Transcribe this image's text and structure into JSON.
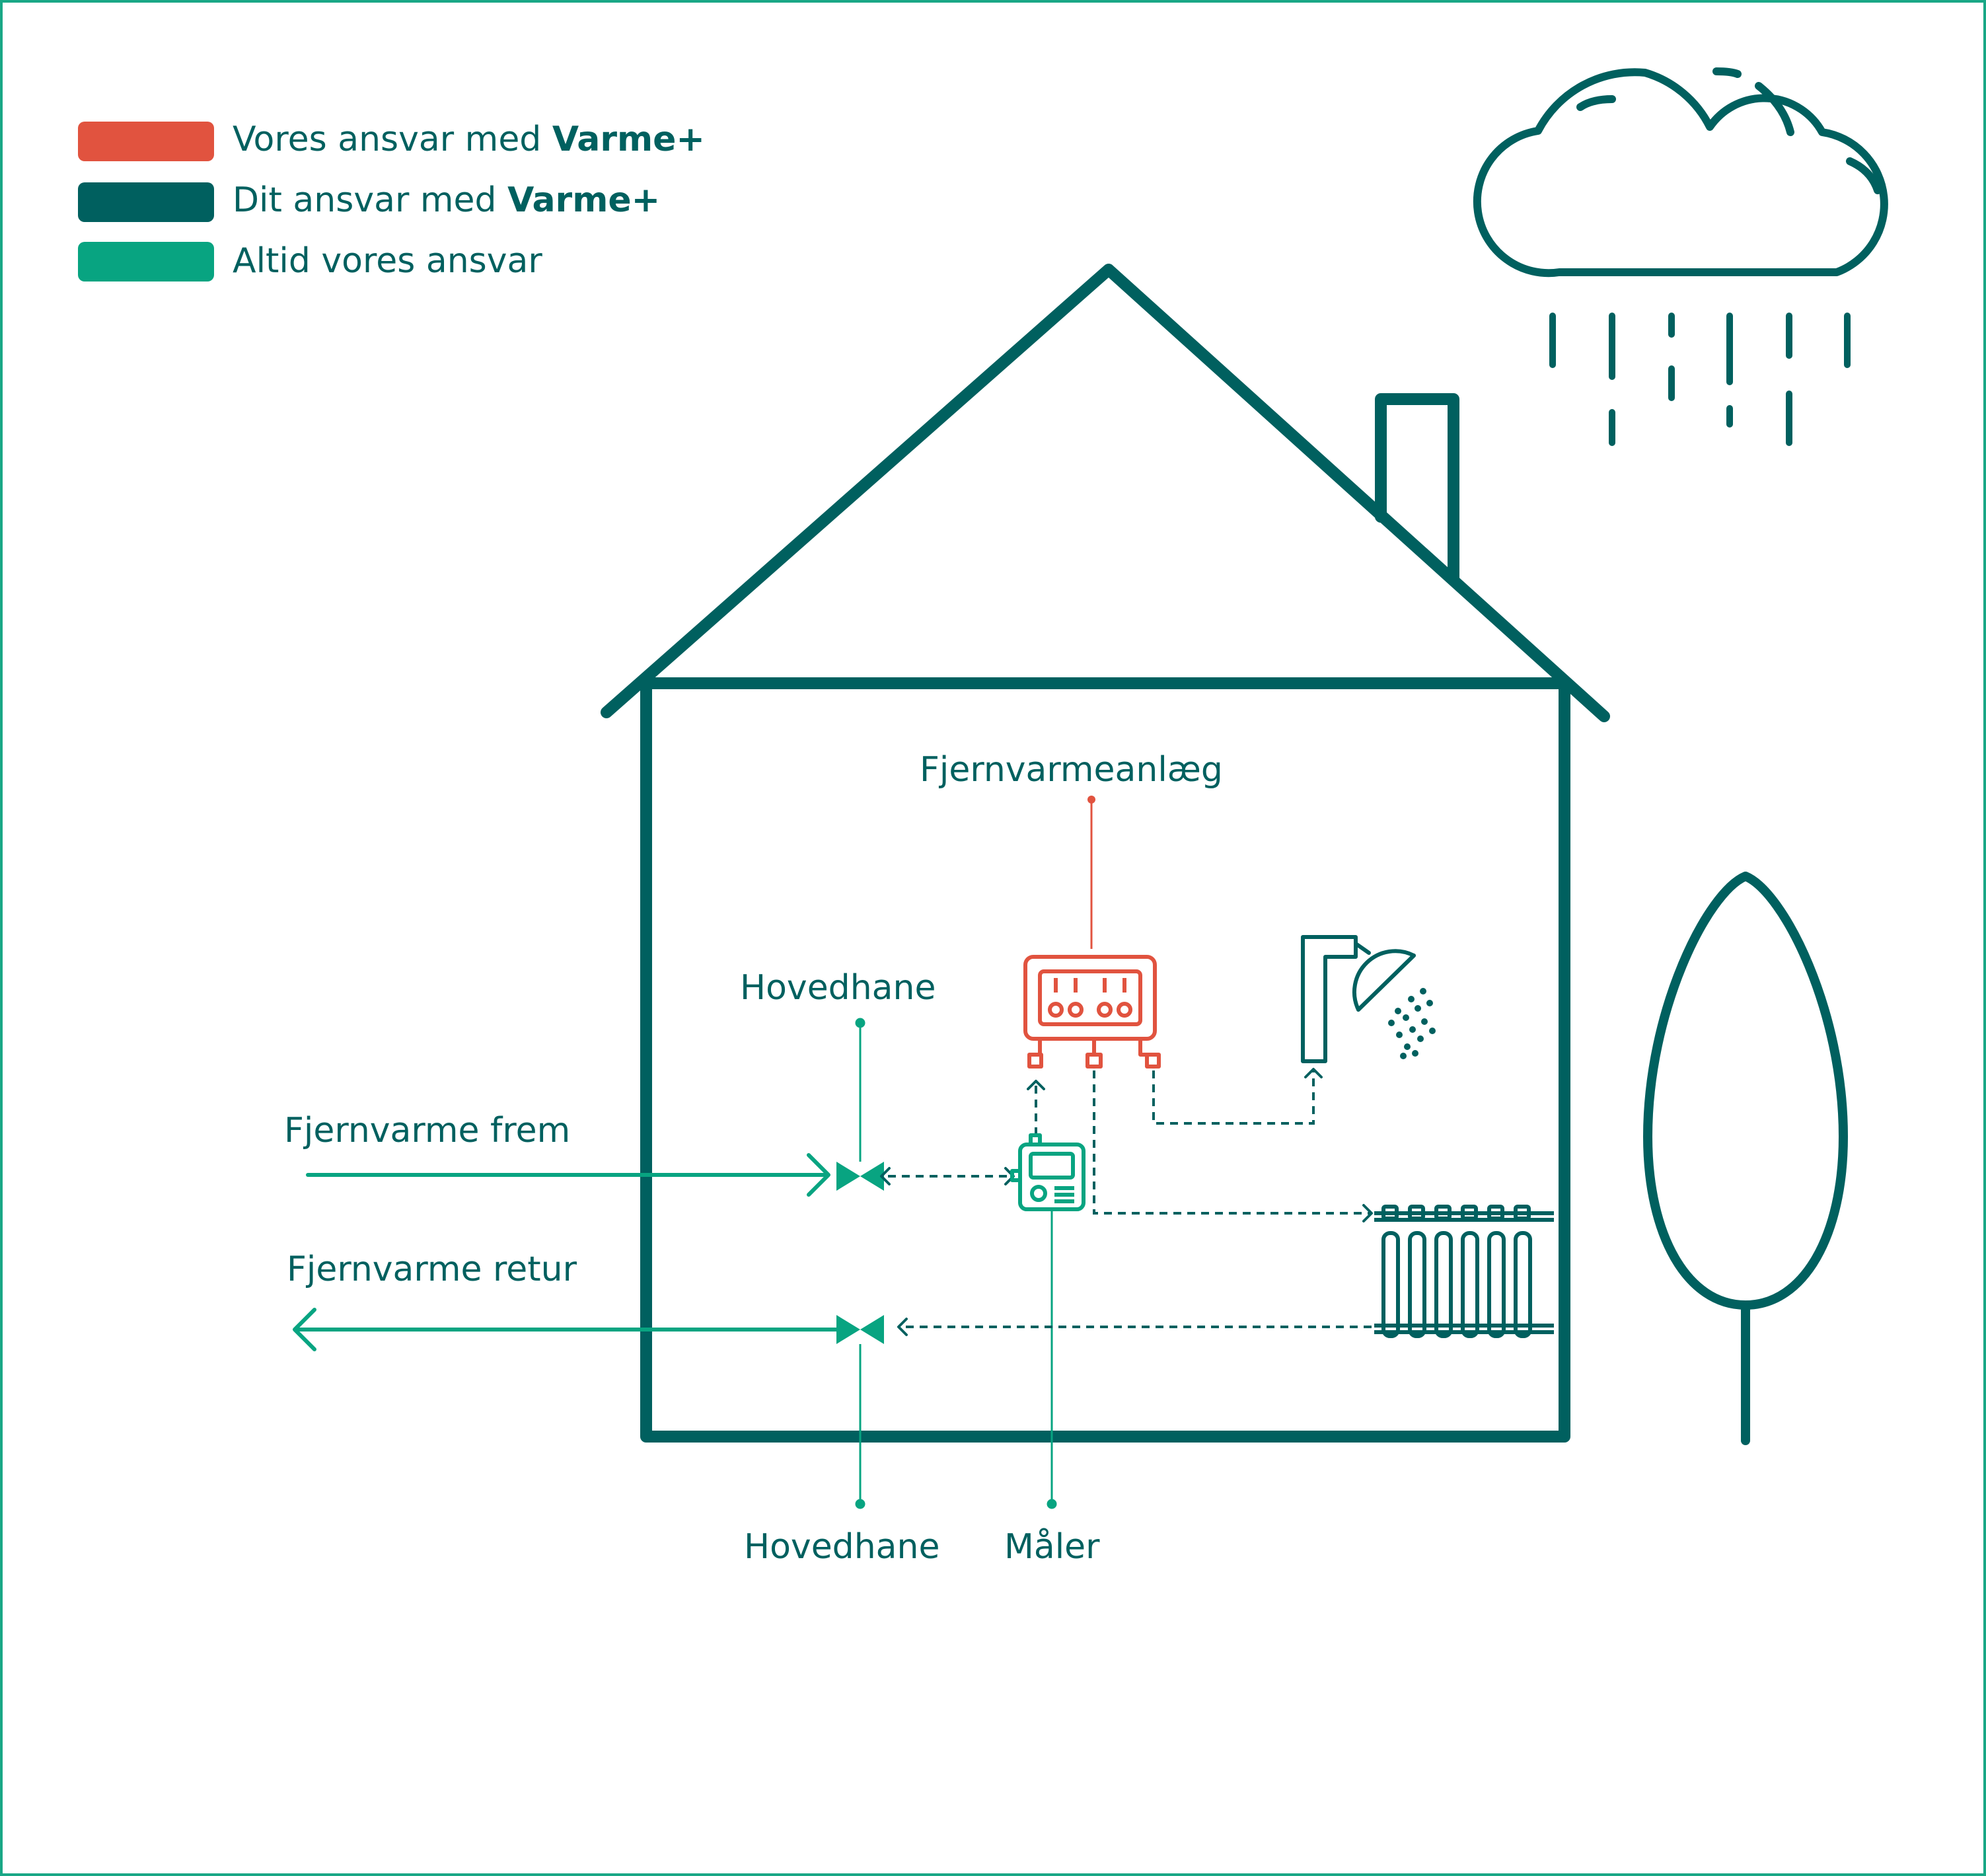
{
  "colors": {
    "house": "#00605f",
    "ours_varme_plus": "#e1533f",
    "yours_varme_plus": "#00605f",
    "always_ours": "#08a481",
    "frame": "#1aa786"
  },
  "legend": [
    {
      "text": "Vores ansvar med ",
      "bold": "Varme+",
      "color": "#e1533f"
    },
    {
      "text": "Dit ansvar med ",
      "bold": "Varme+",
      "color": "#00605f"
    },
    {
      "text": "Altid vores ansvar",
      "bold": "",
      "color": "#08a481"
    }
  ],
  "labels": {
    "fjernvarmeanlaeg": "Fjernvarmeanlæg",
    "hovedhane_top": "Hovedhane",
    "fjernvarme_frem": "Fjernvarme frem",
    "fjernvarme_retur": "Fjernvarme retur",
    "hovedhane_bottom": "Hovedhane",
    "maaler": "Måler"
  },
  "icons": [
    "cloud-icon",
    "rain-icon",
    "house-icon",
    "chimney-icon",
    "tree-icon",
    "substation-icon",
    "shower-icon",
    "meter-icon",
    "radiator-icon",
    "valve-icon"
  ]
}
